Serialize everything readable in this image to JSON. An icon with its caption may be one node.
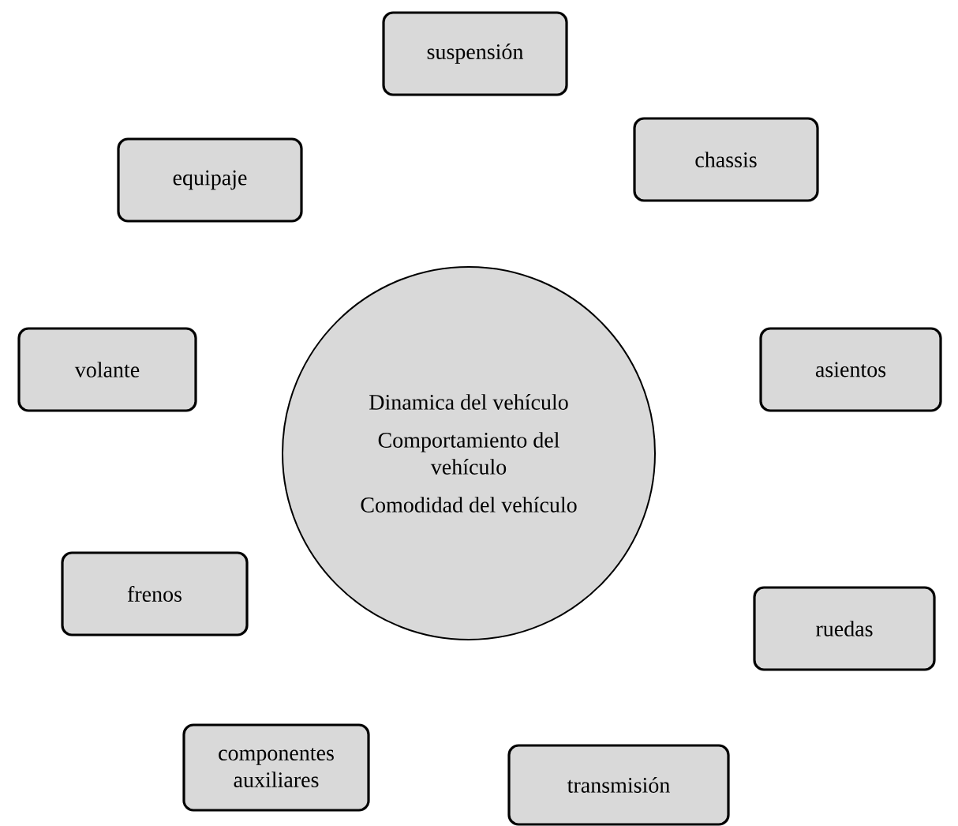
{
  "diagram": {
    "nodes": [
      {
        "text": [
          "Dinamica del vehículo",
          "Comportamiento del vehículo",
          "Comodidad del vehículo"
        ]
      },
      {
        "text": [
          "suspensión"
        ]
      },
      {
        "text": [
          "equipaje"
        ]
      },
      {
        "text": [
          "chassis"
        ]
      },
      {
        "text": [
          "volante"
        ]
      },
      {
        "text": [
          "asientos"
        ]
      },
      {
        "text": [
          "frenos"
        ]
      },
      {
        "text": [
          "ruedas"
        ]
      },
      {
        "text": [
          "componentes auxiliares"
        ]
      },
      {
        "text": [
          "transmisión"
        ]
      }
    ]
  }
}
